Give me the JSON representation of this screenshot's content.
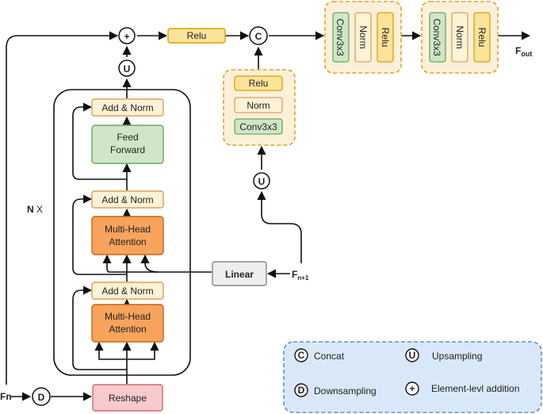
{
  "labels": {
    "relu_top": "Relu",
    "relu_sm": "Relu",
    "norm_sm": "Norm",
    "conv_sm": "Conv3x3",
    "conv_v1": "Conv3x3",
    "norm_v1": "Norm",
    "relu_v1": "Relu",
    "conv_v2": "Conv3x3",
    "norm_v2": "Norm",
    "relu_v2": "Relu",
    "add_norm_1": "Add & Norm",
    "feed_forward_1": "Feed",
    "feed_forward_2": "Forward",
    "add_norm_2": "Add & Norm",
    "mha_1a": "Multi-Head",
    "mha_1b": "Attention",
    "add_norm_3": "Add & Norm",
    "mha_2a": "Multi-Head",
    "mha_2b": "Attention",
    "reshape": "Reshape",
    "linear": "Linear",
    "nx_n": "N",
    "nx_x": " X",
    "fn": "Fn",
    "fn1_main": "F",
    "fn1_sub": "n+1",
    "fout_main": "F",
    "fout_sub": "out"
  },
  "symbols": {
    "plus": "+",
    "up": "U",
    "down": "D",
    "concat": "C"
  },
  "legend": {
    "concat": "Concat",
    "upsampling": "Upsampling",
    "downsampling": "Downsampling",
    "addition": "Element-levl addition"
  },
  "colors": {
    "yellow_fill": "#fce39a",
    "yellow_stroke": "#d6a300",
    "cream_fill": "#fff2d6",
    "cream_stroke": "#d9a25a",
    "green_fill": "#cfe6c8",
    "green_stroke": "#6aa85b",
    "orange_fill": "#f7a35c",
    "orange_stroke": "#c8661a",
    "pink_fill": "#f6c9cc",
    "pink_stroke": "#c76e74",
    "dashed_orange": "#e1a22c",
    "dashed_fill": "#fdf0d8",
    "legend_fill": "#d9e8f8",
    "legend_stroke": "#5b8fd3"
  }
}
